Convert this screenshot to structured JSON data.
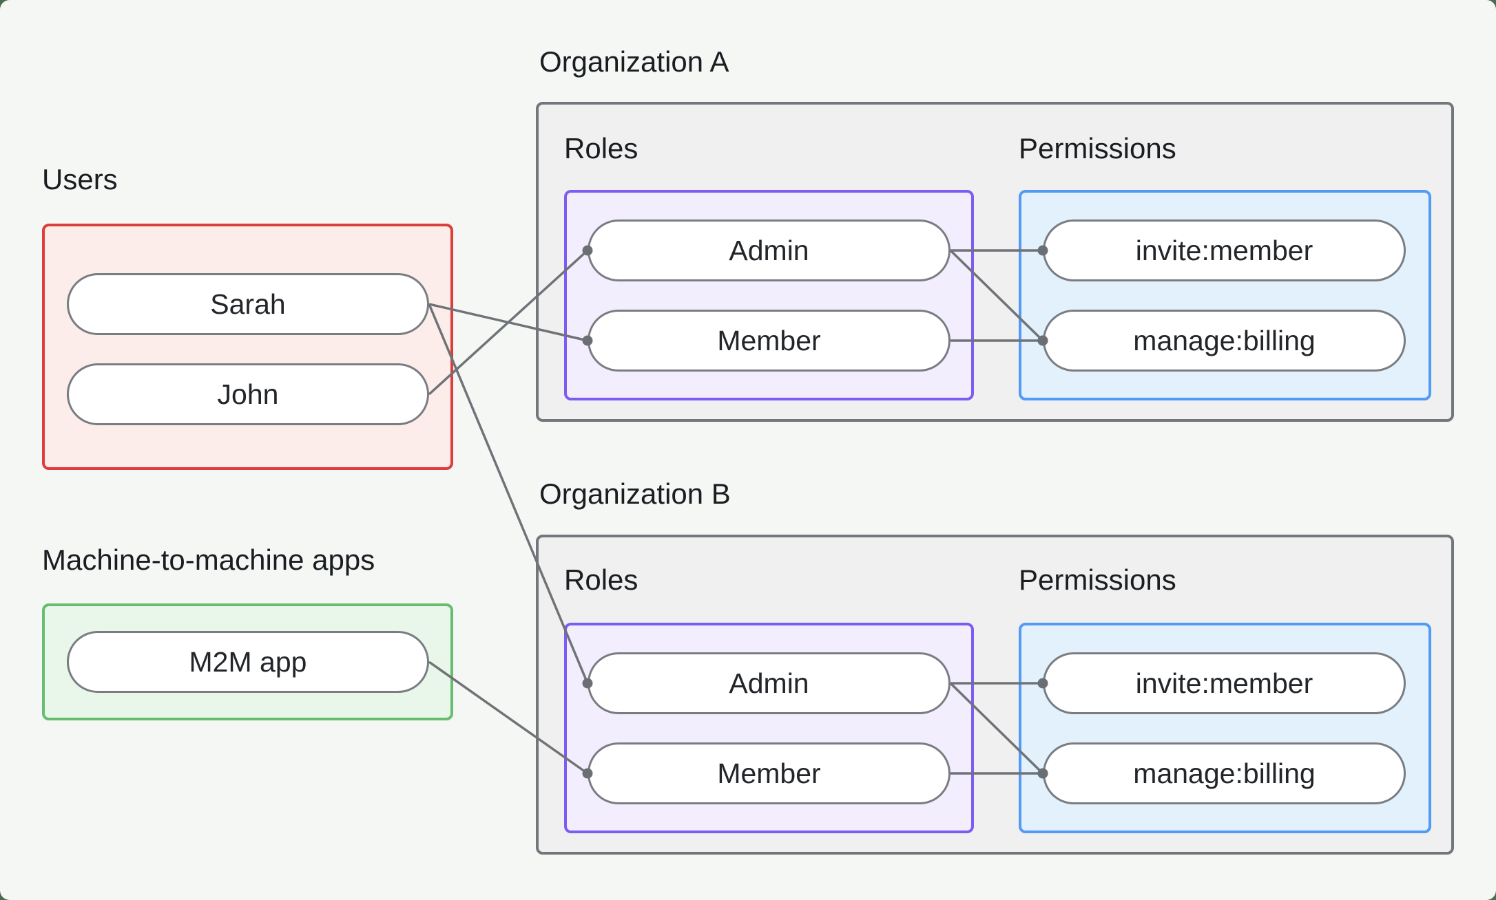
{
  "colors": {
    "page_bg": "#4B6B52",
    "card_bg": "#F5F7F5",
    "org_box_border": "#73767B",
    "org_box_fill": "#EFF0EF",
    "users_border": "#DC3E3B",
    "users_fill": "#FDEDEA",
    "m2m_border": "#68BC72",
    "m2m_fill": "#E9F7EA",
    "roles_border": "#7D5CF3",
    "roles_fill": "#F3EEFD",
    "permissions_border": "#529AF6",
    "permissions_fill": "#E3F1FD",
    "pill_border": "#797D82",
    "line": "#6F7377",
    "dot": "#6B6F74"
  },
  "users_group": {
    "label": "Users",
    "items": [
      {
        "id": "sarah",
        "label": "Sarah"
      },
      {
        "id": "john",
        "label": "John"
      }
    ]
  },
  "m2m_group": {
    "label": "Machine-to-machine apps",
    "items": [
      {
        "id": "m2m",
        "label": "M2M app"
      }
    ]
  },
  "organizations": [
    {
      "label": "Organization A",
      "roles_label": "Roles",
      "permissions_label": "Permissions",
      "roles": [
        {
          "id": "orgA-admin",
          "label": "Admin"
        },
        {
          "id": "orgA-member",
          "label": "Member"
        }
      ],
      "permissions": [
        {
          "id": "orgA-invite",
          "label": "invite:member"
        },
        {
          "id": "orgA-manage",
          "label": "manage:billing"
        }
      ]
    },
    {
      "label": "Organization B",
      "roles_label": "Roles",
      "permissions_label": "Permissions",
      "roles": [
        {
          "id": "orgB-admin",
          "label": "Admin"
        },
        {
          "id": "orgB-member",
          "label": "Member"
        }
      ],
      "permissions": [
        {
          "id": "orgB-invite",
          "label": "invite:member"
        },
        {
          "id": "orgB-manage",
          "label": "manage:billing"
        }
      ]
    }
  ],
  "edges": [
    {
      "from": "sarah",
      "to": "orgA-member"
    },
    {
      "from": "john",
      "to": "orgA-admin"
    },
    {
      "from": "sarah",
      "to": "orgB-admin"
    },
    {
      "from": "m2m",
      "to": "orgB-member"
    },
    {
      "from": "orgA-admin",
      "to": "orgA-invite"
    },
    {
      "from": "orgA-admin",
      "to": "orgA-manage"
    },
    {
      "from": "orgA-member",
      "to": "orgA-manage"
    },
    {
      "from": "orgB-admin",
      "to": "orgB-invite"
    },
    {
      "from": "orgB-admin",
      "to": "orgB-manage"
    },
    {
      "from": "orgB-member",
      "to": "orgB-manage"
    }
  ]
}
